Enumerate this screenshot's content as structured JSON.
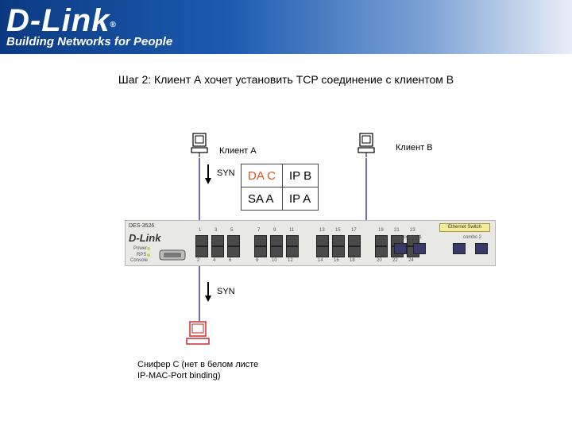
{
  "header": {
    "logo_text": "D-Link",
    "registered_mark": "®",
    "tagline": "Building Networks for People",
    "colors": {
      "primary": "#1c5bb0",
      "dark": "#0b3a82"
    }
  },
  "title": "Шаг 2: Клиент А хочет установить TCP соединение с клиентом  B",
  "nodes": {
    "client_a": "Клиент А",
    "client_b": "Клиент В",
    "sniffer_line1": "Снифер С (нет в белом листе",
    "sniffer_line2": "IP-MAC-Port binding)"
  },
  "arrows": {
    "syn_top": "SYN",
    "syn_bottom": "SYN"
  },
  "packet": {
    "rows": [
      {
        "left": "DA C",
        "right": "IP B"
      },
      {
        "left": "SA A",
        "right": "IP A"
      }
    ],
    "highlight_color": "#e0531c"
  },
  "switch": {
    "brand": "D-Link",
    "model": "DES-3526",
    "badge": "Ethernet Switch",
    "group_1": "combo 1",
    "group_2": "combo 2",
    "status_1": "Power",
    "status_2": "RPS",
    "status_3": "Console",
    "top_ports": [
      "1",
      "3",
      "5",
      "7",
      "9",
      "11",
      "13",
      "15",
      "17",
      "19",
      "21",
      "23"
    ],
    "bottom_ports": [
      "2",
      "4",
      "6",
      "8",
      "10",
      "12",
      "14",
      "16",
      "18",
      "20",
      "22",
      "24"
    ]
  },
  "icons": {
    "computer": "computer-icon",
    "sniffer": "sniffer-computer-icon",
    "arrow": "arrow-down-icon"
  }
}
